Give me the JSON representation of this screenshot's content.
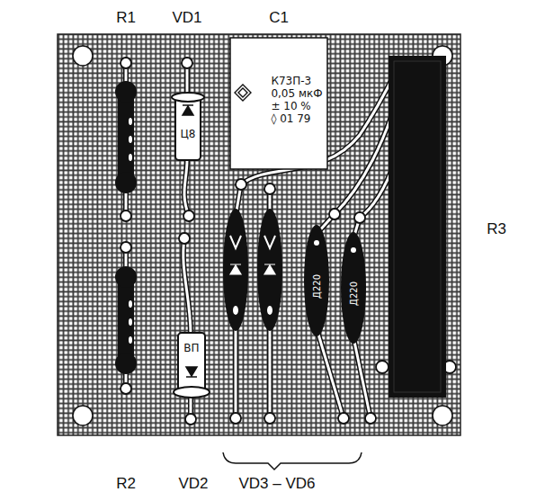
{
  "diagram": {
    "nodes": [
      {
        "text": [
          "К73П-3",
          "0,05 мкФ",
          "± 10 %",
          "◊ 01 79"
        ]
      },
      {
        "text": [
          "Ц8"
        ]
      },
      {
        "text": [
          "ВП"
        ]
      },
      {
        "text": [
          "Д220"
        ]
      },
      {
        "text": [
          "Д220"
        ]
      }
    ],
    "labels": [
      "R1",
      "VD1",
      "C1",
      "R3",
      "R2",
      "VD2",
      "VD3 – VD6"
    ]
  }
}
